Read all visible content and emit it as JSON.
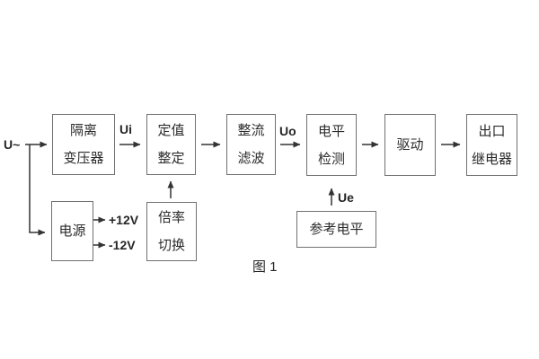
{
  "figure": {
    "caption": "图 1"
  },
  "signal_labels": {
    "input": "U~",
    "ui": "Ui",
    "uo": "Uo",
    "ue": "Ue",
    "rail_positive": "+12V",
    "rail_negative": "-12V"
  },
  "blocks": {
    "isolation_transformer": {
      "line1": "隔离",
      "line2": "变压器"
    },
    "setting": {
      "line1": "定值",
      "line2": "整定"
    },
    "rectifier_filter": {
      "line1": "整流",
      "line2": "滤波"
    },
    "level_detection": {
      "line1": "电平",
      "line2": "检测"
    },
    "driver": {
      "line1": "驱动"
    },
    "output_relay": {
      "line1": "出口",
      "line2": "继电器"
    },
    "power_supply": {
      "line1": "电源"
    },
    "ratio_switch": {
      "line1": "倍率",
      "line2": "切换"
    },
    "reference_level": {
      "line1": "参考电平"
    }
  },
  "colors": {
    "background": "#ffffff",
    "box_border": "#717171",
    "wire": "#333333",
    "text": "#2b2b2b"
  }
}
